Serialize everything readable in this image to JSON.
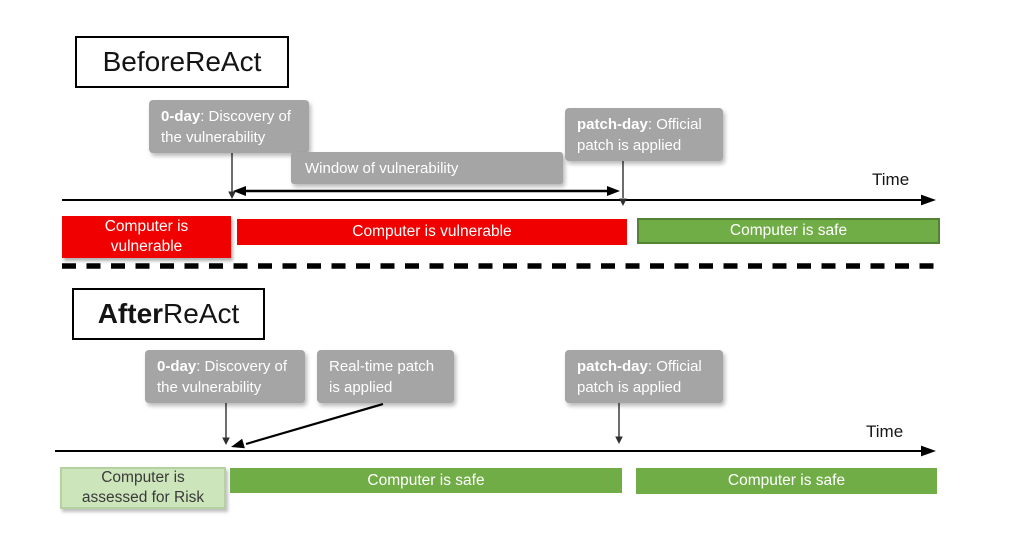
{
  "colors": {
    "callout_gray": "#a5a5a5",
    "vulnerable_red": "#f10000",
    "safe_green": "#70ad47",
    "safe_green_border": "#548235",
    "assessed_light_green": "#cde5bb",
    "line_black": "#000000"
  },
  "before": {
    "title_main": "Before",
    "title_rest": " ReAct",
    "callout_zero_day": {
      "keyword": "0-day",
      "rest": ": Discovery of the vulnerability"
    },
    "callout_window": "Window of vulnerability",
    "callout_patch_day": {
      "keyword": "patch-day",
      "rest": ": Official patch is applied"
    },
    "time_label": "Time",
    "bar_left": "Computer is vulnerable",
    "bar_mid": "Computer is vulnerable",
    "bar_right": "Computer is safe"
  },
  "after": {
    "title_main": "After",
    "title_rest": " ReAct",
    "callout_zero_day": {
      "keyword": "0-day",
      "rest": ": Discovery of the vulnerability"
    },
    "callout_realtime": "Real-time patch is applied",
    "callout_patch_day": {
      "keyword": "patch-day",
      "rest": ": Official patch is applied"
    },
    "time_label": "Time",
    "bar_left": "Computer is assessed for Risk",
    "bar_mid": "Computer is safe",
    "bar_right": "Computer is safe"
  }
}
